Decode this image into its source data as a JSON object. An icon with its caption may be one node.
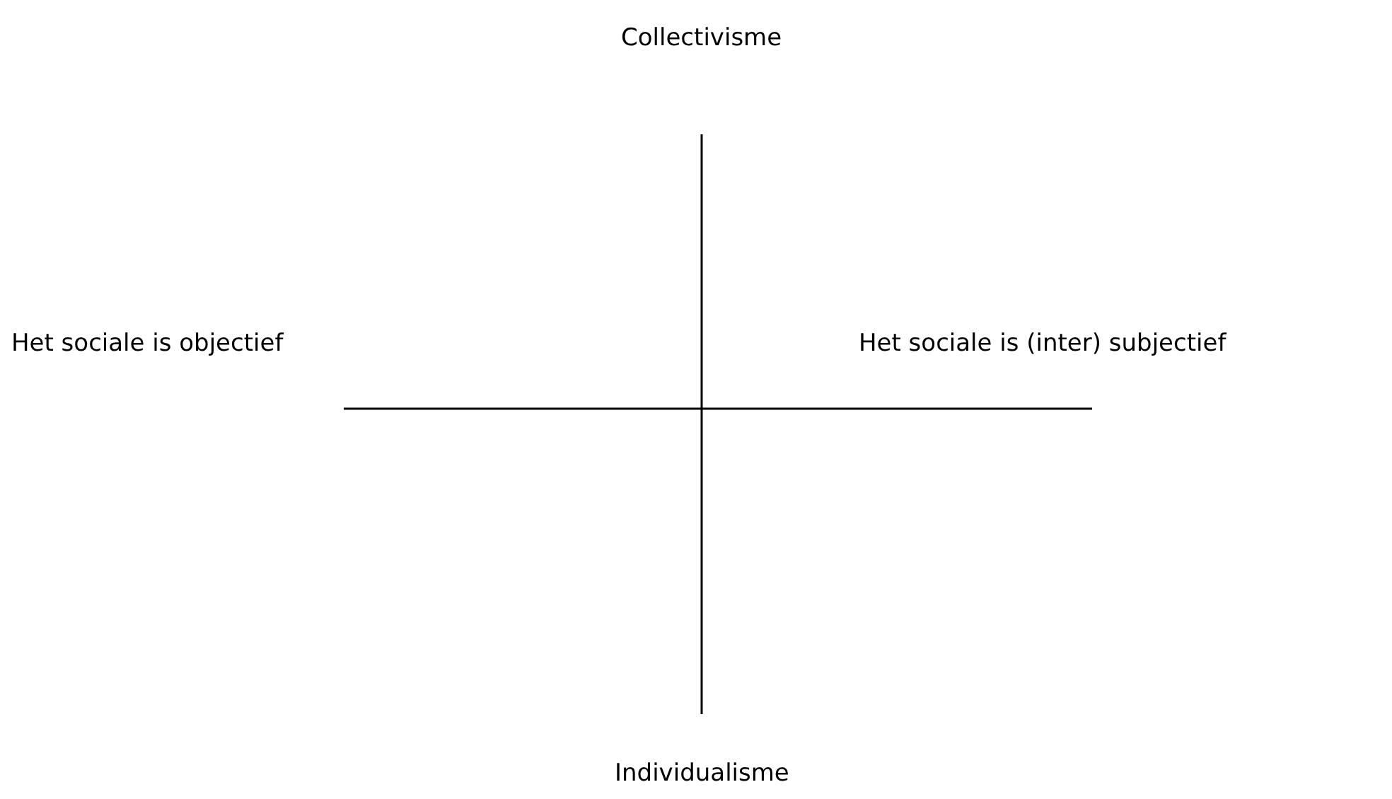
{
  "diagram": {
    "labels": [
      "Collectivisme",
      "Het sociale is objectief",
      "Het sociale is (inter) subjectief",
      "Individualisme"
    ]
  }
}
